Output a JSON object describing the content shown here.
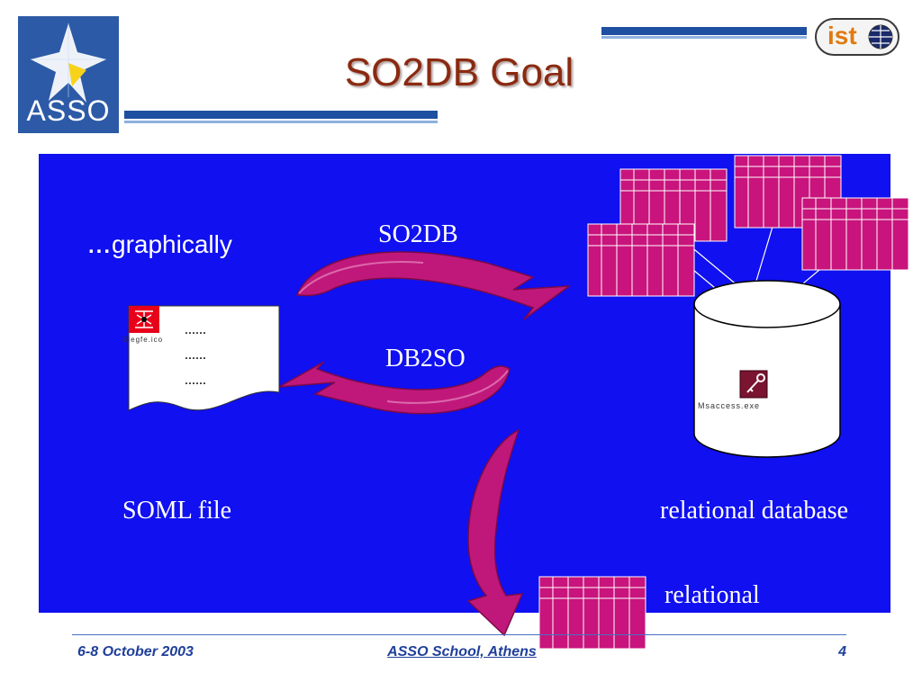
{
  "slide": {
    "title": "SO2DB Goal",
    "bullet_prefix": "...",
    "bullet_text": "graphically",
    "arrow_label_forward": "SO2DB",
    "arrow_label_backward": "DB2SO",
    "soml_label": "SOML file",
    "database_label": "relational database",
    "relational_label": "relational",
    "document_lines": [
      "......",
      "......",
      "......"
    ],
    "file_icon_caption": "Siegfe.ico",
    "access_icon_caption": "Msaccess.exe"
  },
  "logos": {
    "left_text": "ASSO",
    "right_text": "ist"
  },
  "footer": {
    "date": "6-8 October 2003",
    "venue": "ASSO School, Athens",
    "page": "4"
  },
  "colors": {
    "panel": "#1010f0",
    "title": "#8a2a10",
    "table_fill": "#c8147c",
    "arrow_fill": "#c0187a",
    "bar": "#1f4fa0",
    "footer_text": "#1f3f9a"
  }
}
